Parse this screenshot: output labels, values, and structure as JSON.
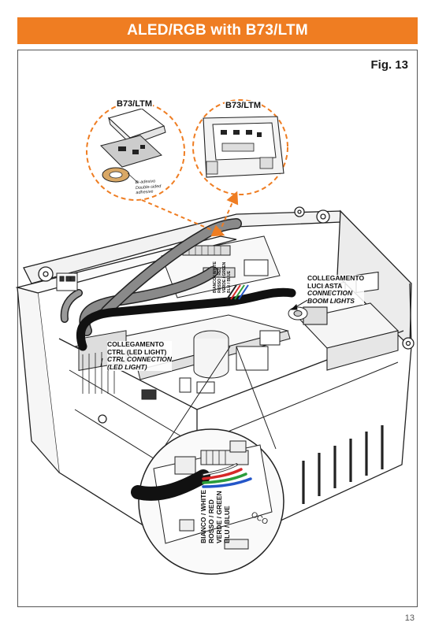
{
  "header": {
    "title": "ALED/RGB with B73/LTM"
  },
  "figure": {
    "label": "Fig. 13"
  },
  "callouts": {
    "left_circle": {
      "title": "B73/LTM",
      "tape_note": [
        "Bi-adesivo",
        "Double-sided",
        "adhesive"
      ]
    },
    "right_circle": {
      "title": "B73/LTM"
    }
  },
  "labels": {
    "boom_lights": [
      "COLLEGAMENTO",
      "LUCI ASTA",
      "CONNECTION",
      "BOOM LIGHTS"
    ],
    "ctrl": [
      "COLLEGAMENTO",
      "CTRL (LED LIGHT)",
      "CTRL CONNECTION",
      "(LED LIGHT)"
    ],
    "wires_small": [
      "BIANCO / WHITE",
      "ROSSO / RED",
      "VERDE / GREEN",
      "BLU / BLUE"
    ],
    "wires_zoom": [
      "BIANCO / WHITE",
      "ROSSO / RED",
      "VERDE / GREEN",
      "BLU / BLUE"
    ]
  },
  "colors": {
    "accent": "#ef7d22",
    "wire_white": "#ffffff",
    "wire_red": "#d62828",
    "wire_green": "#2a9d3a",
    "wire_blue": "#2456c8"
  },
  "page_number": "13"
}
